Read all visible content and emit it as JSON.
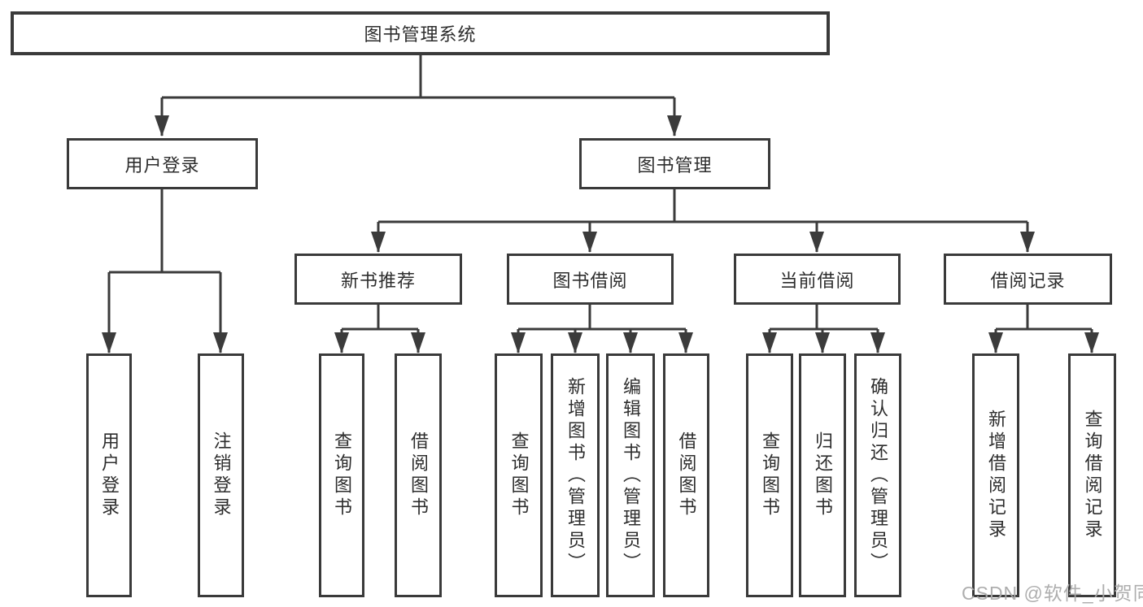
{
  "diagram_title": "图书管理系统",
  "watermark": "CSDN @软件_小贺同学",
  "colors": {
    "line": "#3b3b3b",
    "box_border": "#3a3a3a",
    "text": "#2d2d2d",
    "watermark": "#aaaaaa",
    "background": "#ffffff"
  },
  "nodes": {
    "root": {
      "label": "图书管理系统"
    },
    "user_login": {
      "label": "用户登录"
    },
    "book_mgmt": {
      "label": "图书管理"
    },
    "new_book_rec": {
      "label": "新书推荐"
    },
    "book_borrow": {
      "label": "图书借阅"
    },
    "current_borrow": {
      "label": "当前借阅"
    },
    "borrow_record": {
      "label": "借阅记录"
    },
    "leaf_login": {
      "label": "用户登录"
    },
    "leaf_logout": {
      "label": "注销登录"
    },
    "leaf_rec_query": {
      "label": "查询图书"
    },
    "leaf_rec_borrow": {
      "label": "借阅图书"
    },
    "leaf_bor_query": {
      "label": "查询图书"
    },
    "leaf_bor_add": {
      "label": "新增图书（管理员）"
    },
    "leaf_bor_edit": {
      "label": "编辑图书（管理员）"
    },
    "leaf_bor_borrow": {
      "label": "借阅图书"
    },
    "leaf_cur_query": {
      "label": "查询图书"
    },
    "leaf_cur_return": {
      "label": "归还图书"
    },
    "leaf_cur_confirm": {
      "label": "确认归还（管理员）"
    },
    "leaf_log_add": {
      "label": "新增借阅记录"
    },
    "leaf_log_query": {
      "label": "查询借阅记录"
    }
  },
  "tree": {
    "图书管理系统": {
      "用户登录": [
        "用户登录",
        "注销登录"
      ],
      "图书管理": {
        "新书推荐": [
          "查询图书",
          "借阅图书"
        ],
        "图书借阅": [
          "查询图书",
          "新增图书（管理员）",
          "编辑图书（管理员）",
          "借阅图书"
        ],
        "当前借阅": [
          "查询图书",
          "归还图书",
          "确认归还（管理员）"
        ],
        "借阅记录": [
          "新增借阅记录",
          "查询借阅记录"
        ]
      }
    }
  }
}
